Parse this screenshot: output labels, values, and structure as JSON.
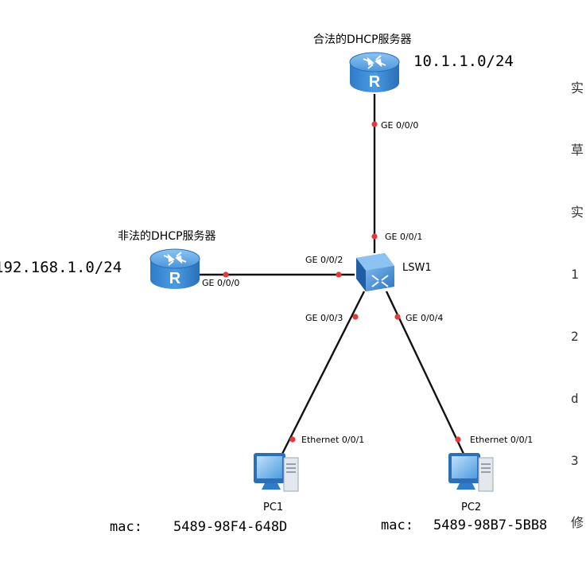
{
  "legit_server": {
    "title": "合法的DHCP服务器",
    "subnet": "10.1.1.0/24",
    "port": "GE 0/0/0"
  },
  "rogue_server": {
    "title": "非法的DHCP服务器",
    "subnet": "192.168.1.0/24",
    "port": "GE 0/0/0"
  },
  "switch": {
    "name": "LSW1",
    "ports": {
      "p1": "GE 0/0/1",
      "p2": "GE 0/0/2",
      "p3": "GE 0/0/3",
      "p4": "GE 0/0/4"
    }
  },
  "pc1": {
    "name": "PC1",
    "port": "Ethernet 0/0/1",
    "mac_label": "mac:",
    "mac": "5489-98F4-648D"
  },
  "pc2": {
    "name": "PC2",
    "port": "Ethernet 0/0/1",
    "mac_label": "mac:",
    "mac": "5489-98B7-5BB8"
  },
  "side_note": [
    "实",
    "草",
    "实",
    "1",
    "2",
    "d",
    "3",
    "修"
  ],
  "colors": {
    "device_blue": "#3f8fd8",
    "device_dark": "#1d5fa6",
    "port_dot": "#e23b3b",
    "link": "#111111"
  }
}
